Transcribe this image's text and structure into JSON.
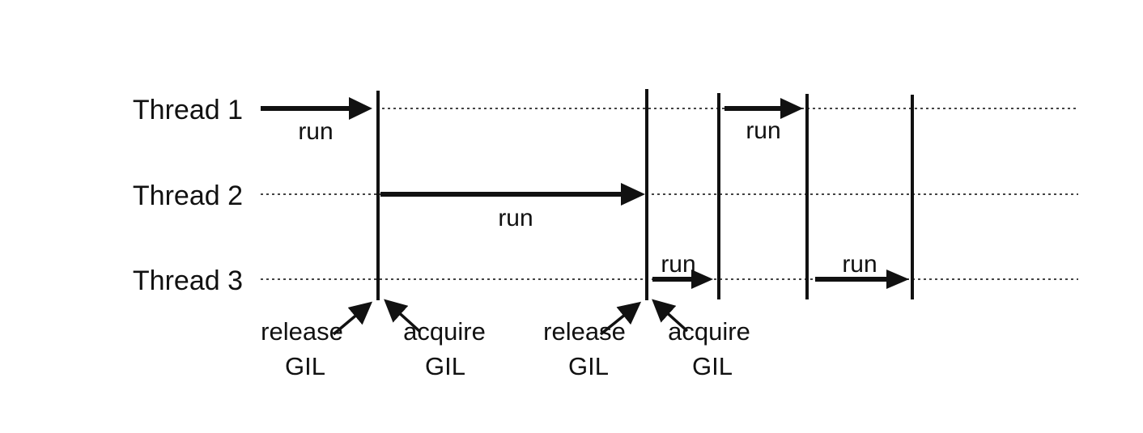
{
  "threads": [
    {
      "label": "Thread 1"
    },
    {
      "label": "Thread 2"
    },
    {
      "label": "Thread 3"
    }
  ],
  "run_segments": [
    {
      "thread": "Thread 1",
      "label": "run"
    },
    {
      "thread": "Thread 2",
      "label": "run"
    },
    {
      "thread": "Thread 1",
      "label": "run"
    },
    {
      "thread": "Thread 3",
      "label": "run"
    },
    {
      "thread": "Thread 3",
      "label": "run"
    }
  ],
  "gil_events": [
    {
      "action": "release",
      "object": "GIL"
    },
    {
      "action": "acquire",
      "object": "GIL"
    },
    {
      "action": "release",
      "object": "GIL"
    },
    {
      "action": "acquire",
      "object": "GIL"
    }
  ],
  "colors": {
    "ink": "#111111",
    "dotted_line": "#444444",
    "background": "#ffffff"
  }
}
